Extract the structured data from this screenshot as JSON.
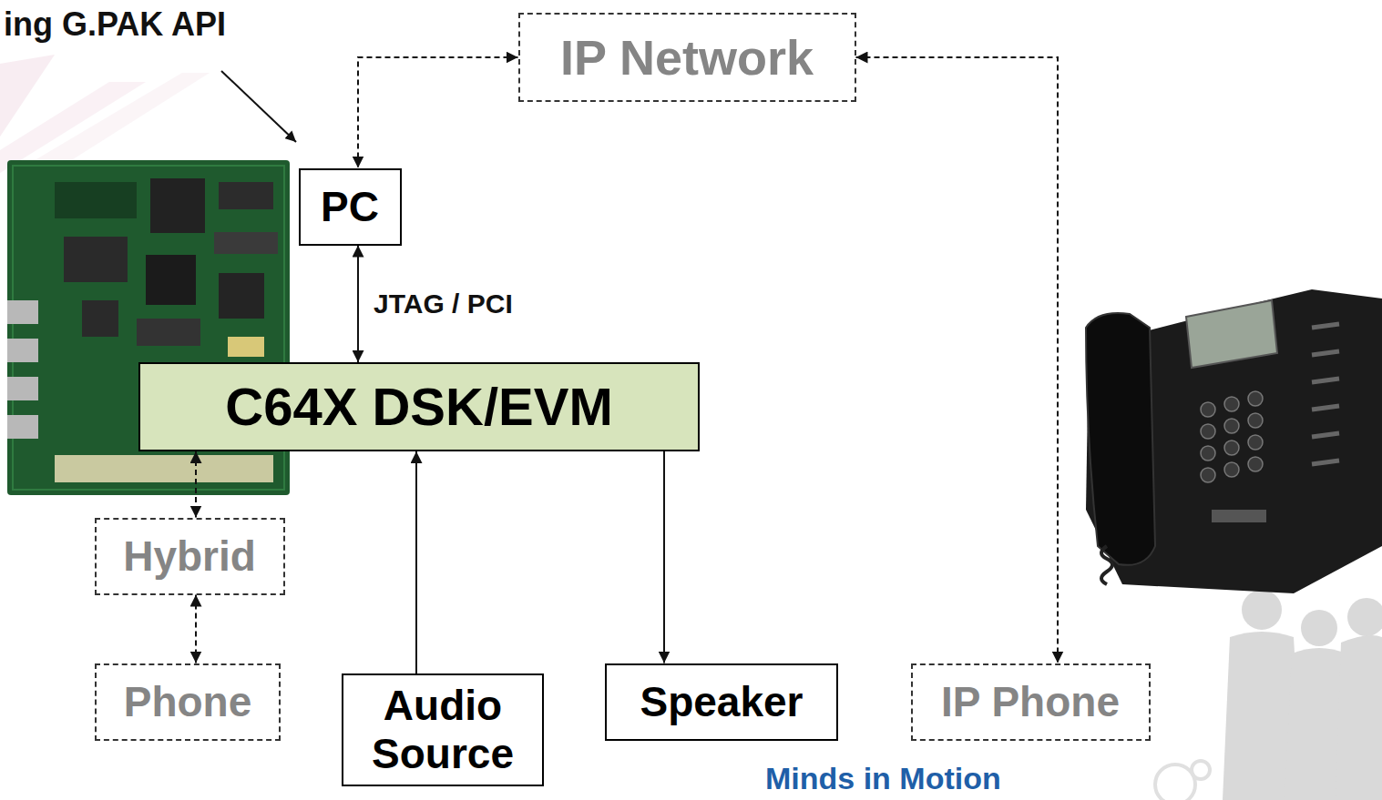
{
  "diagram": {
    "nodes": [
      {
        "text": [
          "IP Network"
        ]
      },
      {
        "text": [
          "PC"
        ]
      },
      {
        "text": [
          "C64X DSK/EVM"
        ]
      },
      {
        "text": [
          "Hybrid"
        ]
      },
      {
        "text": [
          "Phone"
        ]
      },
      {
        "text": [
          "Audio Source"
        ]
      },
      {
        "text": [
          "Speaker"
        ]
      },
      {
        "text": [
          "IP Phone"
        ]
      }
    ],
    "edges": [
      {
        "from": 0,
        "to": 1,
        "arrow": "both"
      },
      {
        "from": 0,
        "to": 7,
        "arrow": "both"
      },
      {
        "from": 1,
        "to": 2,
        "label": "JTAG / PCI",
        "arrow": "both"
      },
      {
        "from": 2,
        "to": 3,
        "arrow": "both"
      },
      {
        "from": 3,
        "to": 4,
        "arrow": "both"
      },
      {
        "from": 5,
        "to": 2,
        "arrow": "to"
      },
      {
        "from": 2,
        "to": 6,
        "arrow": "to"
      }
    ],
    "labels": [
      "ing G.PAK API",
      "Minds in Motion"
    ]
  }
}
